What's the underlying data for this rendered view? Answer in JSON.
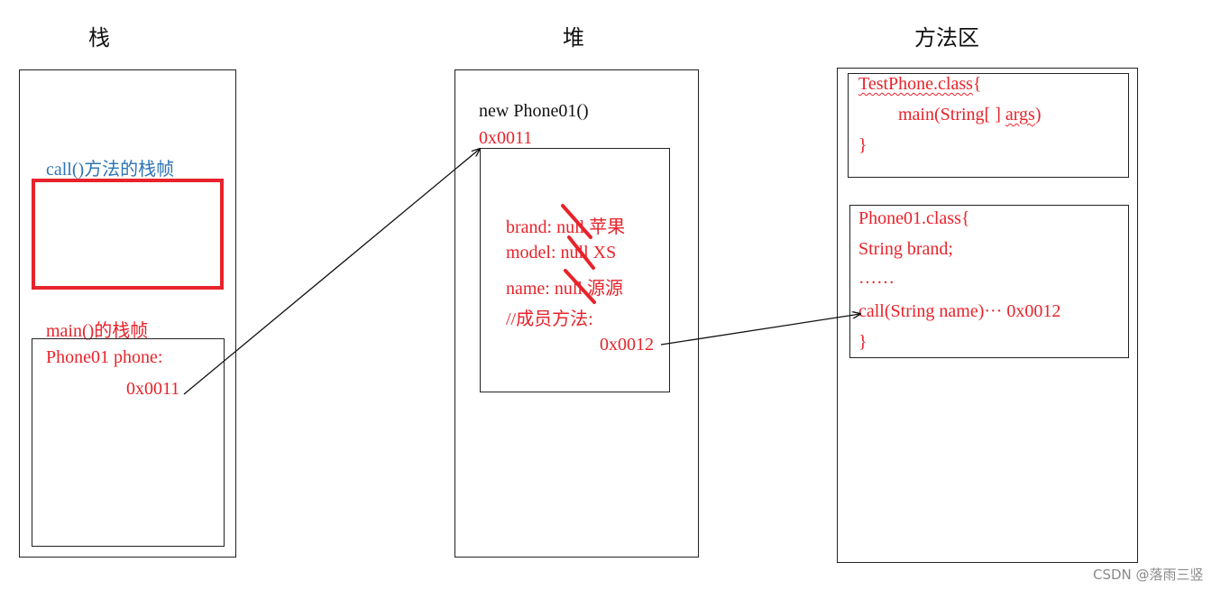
{
  "headings": {
    "stack": "栈",
    "heap": "堆",
    "method_area": "方法区"
  },
  "stack": {
    "call_frame_label": "call()方法的栈帧",
    "main_frame_label": "main()的栈帧",
    "phone_var": "Phone01 phone:",
    "phone_ref": "0x0011"
  },
  "heap": {
    "new_expr": "new Phone01()",
    "address": "0x0011",
    "fields": {
      "brand_key": "brand:",
      "brand_old": "null",
      "brand_new": "苹果",
      "model_key": "model:",
      "model_old": "null",
      "model_new": "XS",
      "name_key": "name:",
      "name_old": "null",
      "name_new": "源源"
    },
    "method_comment": "//成员方法:",
    "method_ref": "0x0012"
  },
  "method_area": {
    "testphone_class": "TestPhone.class",
    "testphone_open": "{",
    "main_sig_pre": "main(String[ ] ",
    "main_sig_args": "args",
    "main_sig_post": ")",
    "testphone_close": "}",
    "phone_class": "Phone01.class{",
    "field_decl": "String brand;",
    "ellipsis": "……",
    "call_method": "call(String name)··· 0x0012",
    "phone_close": "}"
  },
  "watermark": "CSDN @落雨三竖",
  "colors": {
    "red": "#e8232b",
    "blue": "#2e74b5",
    "black": "#111111"
  }
}
